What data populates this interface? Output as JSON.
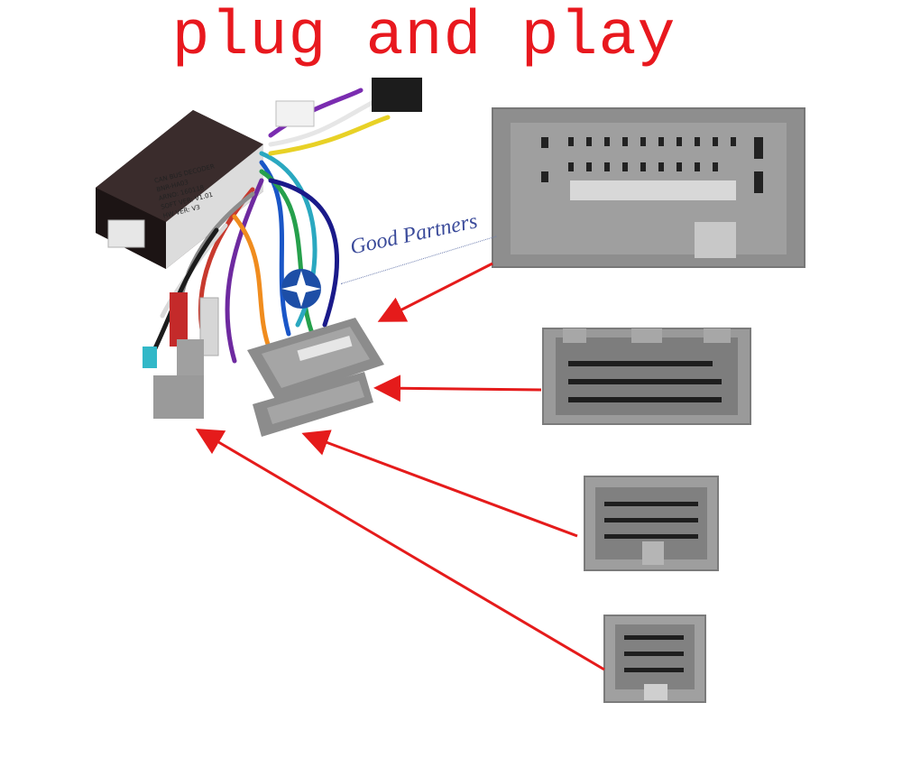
{
  "title": {
    "text": "plug and play",
    "color": "#e8181e"
  },
  "watermark": {
    "text": "Good Partners",
    "color": "#3a4a9a"
  },
  "decoder_label": {
    "lines": [
      "CAN BUS DECODER",
      "BNR-HA03",
      "ARNO: 160118",
      "SOFT VER: V1.01",
      "HW VER: V3"
    ]
  },
  "colors": {
    "arrow": "#e51b1b",
    "connector": "#8c8c8c",
    "connector_face": "#a7a7a7",
    "decoder_box": "#2a1e1e",
    "star_badge": "#1d4ea6"
  }
}
